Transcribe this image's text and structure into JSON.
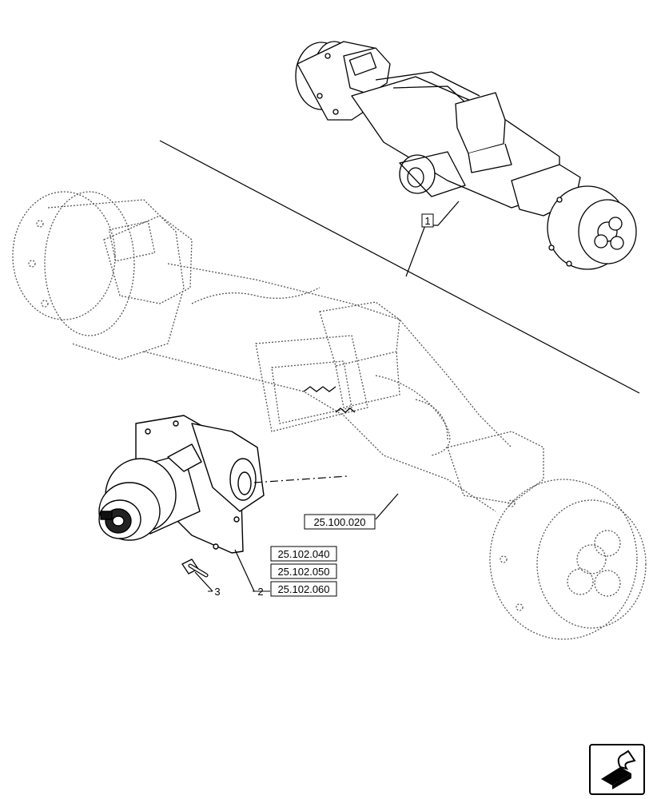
{
  "callouts": {
    "item1": "1",
    "item2": "2",
    "item3": "3"
  },
  "refs": {
    "ref_axle_main": "25.100.020",
    "ref_a": "25.102.040",
    "ref_b": "25.102.050",
    "ref_c": "25.102.060"
  },
  "colors": {
    "line": "#000000",
    "dotted": "#555555",
    "background": "#ffffff"
  },
  "icons": {
    "nav": "next-page-arrow-icon"
  }
}
